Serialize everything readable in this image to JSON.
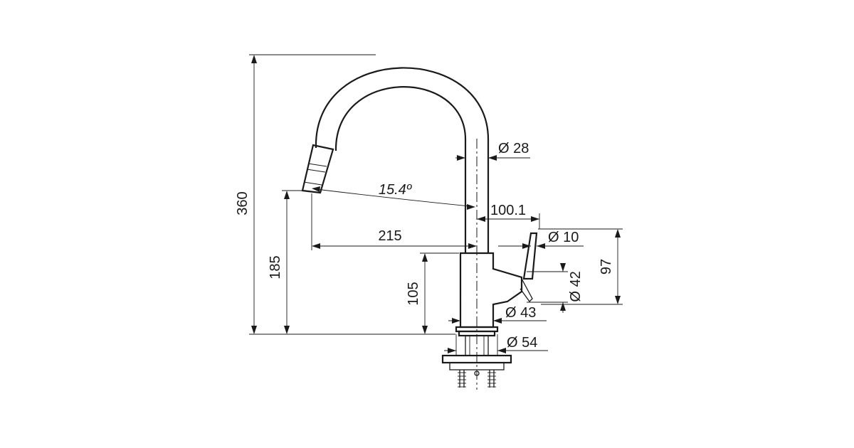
{
  "dimensions": {
    "total_height": "360",
    "spout_height": "185",
    "body_height": "105",
    "reach": "215",
    "reach_angle": "15.4º",
    "spout_diameter": "Ø 28",
    "lever_offset": "100.1",
    "lever_diameter": "Ø 10",
    "lever_height": "97",
    "handle_diameter": "Ø 42",
    "body_diameter": "Ø 43",
    "base_diameter": "Ø 54"
  }
}
